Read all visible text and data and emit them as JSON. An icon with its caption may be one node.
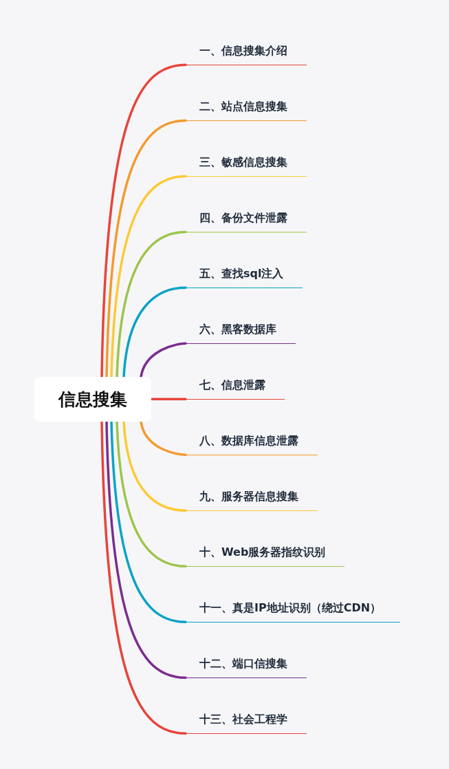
{
  "diagram": {
    "nodes": [
      {
        "text": [
          "信息搜集"
        ]
      },
      {
        "text": [
          "一、信息搜集介绍"
        ]
      },
      {
        "text": [
          "二、站点信息搜集"
        ]
      },
      {
        "text": [
          "三、敏感信息搜集"
        ]
      },
      {
        "text": [
          "四、备份文件泄露"
        ]
      },
      {
        "text": [
          "五、查找sql注入"
        ]
      },
      {
        "text": [
          "六、黑客数据库"
        ]
      },
      {
        "text": [
          "七、信息泄露"
        ]
      },
      {
        "text": [
          "八、数据库信息泄露"
        ]
      },
      {
        "text": [
          "九、服务器信息搜集"
        ]
      },
      {
        "text": [
          "十、Web服务器指纹识别"
        ]
      },
      {
        "text": [
          "十一、真是IP地址识别（绕过CDN）"
        ]
      },
      {
        "text": [
          "十二、端口信搜集"
        ]
      },
      {
        "text": [
          "十三、社会工程学"
        ]
      }
    ],
    "edges": [
      {
        "from": 0,
        "to": 1,
        "arrow": "none",
        "color": "#e8433a"
      },
      {
        "from": 0,
        "to": 2,
        "arrow": "none",
        "color": "#f39a2e"
      },
      {
        "from": 0,
        "to": 3,
        "arrow": "none",
        "color": "#fdc935"
      },
      {
        "from": 0,
        "to": 4,
        "arrow": "none",
        "color": "#9dc54b"
      },
      {
        "from": 0,
        "to": 5,
        "arrow": "none",
        "color": "#0aa3c6"
      },
      {
        "from": 0,
        "to": 6,
        "arrow": "none",
        "color": "#7b2d8e"
      },
      {
        "from": 0,
        "to": 7,
        "arrow": "none",
        "color": "#e8433a"
      },
      {
        "from": 0,
        "to": 8,
        "arrow": "none",
        "color": "#f39a2e"
      },
      {
        "from": 0,
        "to": 9,
        "arrow": "none",
        "color": "#fdc935"
      },
      {
        "from": 0,
        "to": 10,
        "arrow": "none",
        "color": "#9dc54b"
      },
      {
        "from": 0,
        "to": 11,
        "arrow": "none",
        "color": "#0aa3c6"
      },
      {
        "from": 0,
        "to": 12,
        "arrow": "none",
        "color": "#7b2d8e"
      },
      {
        "from": 0,
        "to": 13,
        "arrow": "none",
        "color": "#e8433a"
      }
    ]
  }
}
